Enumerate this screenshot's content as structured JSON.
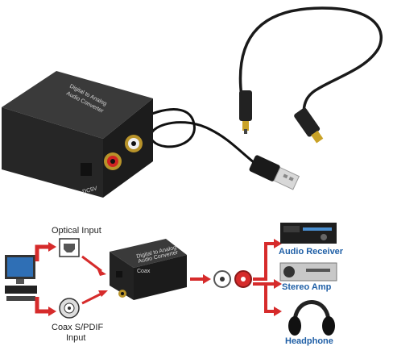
{
  "device": {
    "title_line1": "Digital to Analog",
    "title_line2": "Audio Converter",
    "power_label": "DC5V",
    "small_title_line1": "Digital to Analog",
    "small_title_line2": "Audio Converter",
    "small_port_label": "Coax"
  },
  "inputs": {
    "optical_label": "Optical Input",
    "coax_label_line1": "Coax S/PDIF",
    "coax_label_line2": "Input"
  },
  "outputs": {
    "receiver_label": "Audio Receiver",
    "amp_label": "Stereo Amp",
    "headphone_label": "Headphone"
  },
  "colors": {
    "arrow": "#d62b2b",
    "label_blue": "#1f5fa6",
    "device_body": "#2b2b2b"
  }
}
